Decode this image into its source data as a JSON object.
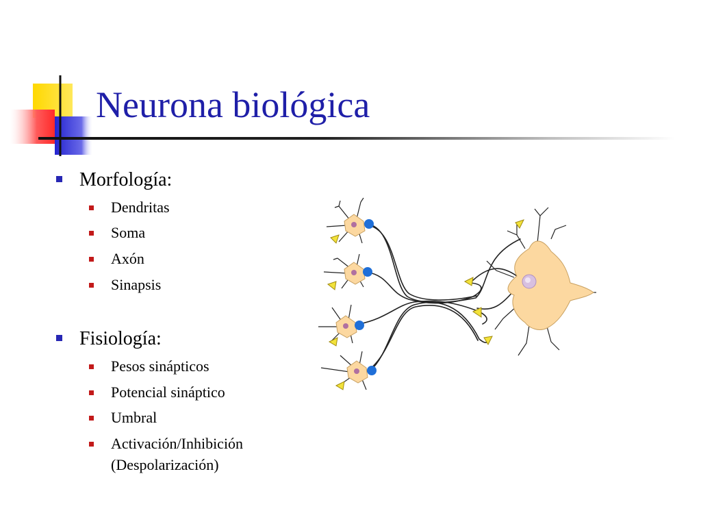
{
  "slide": {
    "title": "Neurona biológica",
    "sections": [
      {
        "heading": "Morfología:",
        "items": [
          "Dendritas",
          "Soma",
          "Axón",
          "Sinapsis"
        ]
      },
      {
        "heading": "Fisiología:",
        "items": [
          "Pesos sinápticos",
          "Potencial sináptico",
          "Umbral",
          "Activación/Inhibición",
          "(Despolarización)"
        ]
      }
    ]
  },
  "colors": {
    "title": "#1f1fa8",
    "bullet_level1": "#2727b4",
    "bullet_level2": "#c21a1a",
    "deco_yellow": "#ffd800",
    "deco_red": "#ff3030",
    "deco_blue": "#3030d8",
    "soma_fill": "#fcd8a0",
    "synapse_blue": "#1f6fd8",
    "terminal_yellow": "#f2e23a"
  }
}
